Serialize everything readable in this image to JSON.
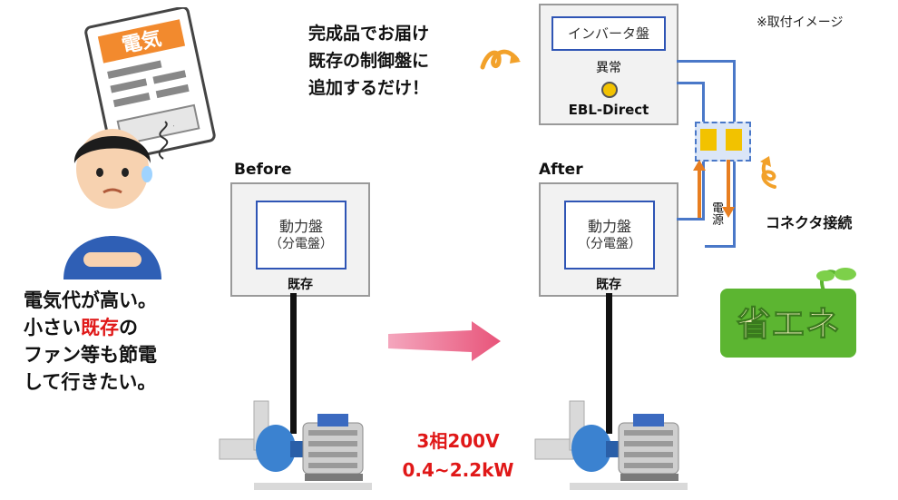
{
  "note": "※取付イメージ",
  "headline": {
    "line1": "完成品でお届け",
    "line2": "既存の制御盤に",
    "line3": "追加するだけ！"
  },
  "person_bubble": {
    "line1": "電気代が高い。",
    "line2a": "小さい",
    "line2b": "既存",
    "line2c": "の",
    "line3": "ファン等も節電",
    "line4": "して行きたい。"
  },
  "bill_title": "電気",
  "before": {
    "heading": "Before",
    "panel_line1": "動力盤",
    "panel_line2": "（分電盤）",
    "footer": "既存"
  },
  "after": {
    "heading": "After",
    "panel_line1": "動力盤",
    "panel_line2": "（分電盤）",
    "footer": "既存"
  },
  "ebl": {
    "inner": "インバータ盤",
    "status_label": "異常",
    "name": "EBL-Direct"
  },
  "connector": {
    "power_label": "電源",
    "callout": "コネクタ接続"
  },
  "spec": {
    "line1": "3相200V",
    "line2": "0.4~2.2kW"
  },
  "badge": "省エネ",
  "colors": {
    "accent_red": "#e01818",
    "panel_blue": "#2f55b5",
    "arrow_pink": "#e8547a",
    "connector_orange": "#e87e20",
    "lamp_yellow": "#f2c200",
    "badge_green": "#5cb531"
  }
}
